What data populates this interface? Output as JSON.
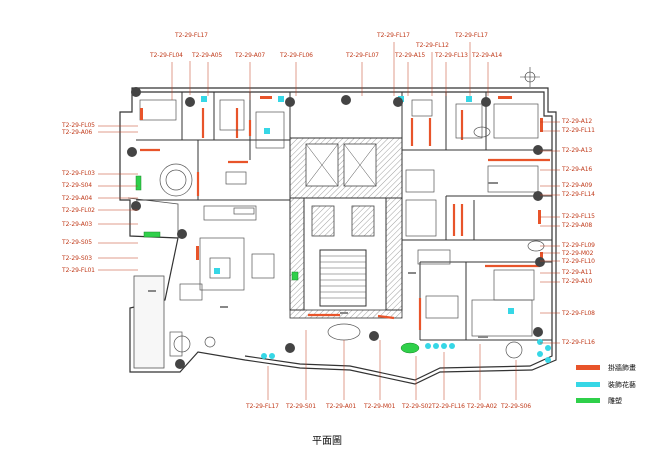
{
  "title": "平面圖",
  "legend": [
    {
      "label": "掛牆飾畫",
      "color": "#e8542a"
    },
    {
      "label": "裝飾花藝",
      "color": "#36d7e6"
    },
    {
      "label": "雕塑",
      "color": "#2fd04a"
    }
  ],
  "tags": {
    "top": [
      "T2-29-FL17",
      "T2-29-FL04",
      "T2-29-A05",
      "T2-29-A07",
      "T2-29-FL06",
      "T2-29-FL17",
      "T2-29-FL07",
      "T2-29-FL12",
      "T2-29-A15",
      "T2-29-FL13",
      "T2-29-FL17",
      "T2-29-A14"
    ],
    "left": [
      "T2-29-FL05",
      "T2-29-A06",
      "T2-29-FL03",
      "T2-29-S04",
      "T2-29-A04",
      "T2-29-FL02",
      "T2-29-A03",
      "T2-29-S05",
      "T2-29-S03",
      "T2-29-FL01"
    ],
    "right": [
      "T2-29-A12",
      "T2-29-FL11",
      "T2-29-A13",
      "T2-29-A16",
      "T2-29-A09",
      "T2-29-FL14",
      "T2-29-FL15",
      "T2-29-A08",
      "T2-29-FL09",
      "T2-29-M02",
      "T2-29-FL10",
      "T2-29-A11",
      "T2-29-A10",
      "T2-29-FL08",
      "T2-29-FL16"
    ],
    "bottom": [
      "T2-29-FL17",
      "T2-29-S01",
      "T2-29-A01",
      "T2-29-M01",
      "T2-29-S02",
      "T2-29-FL16",
      "T2-29-A02",
      "T2-29-S06"
    ]
  }
}
